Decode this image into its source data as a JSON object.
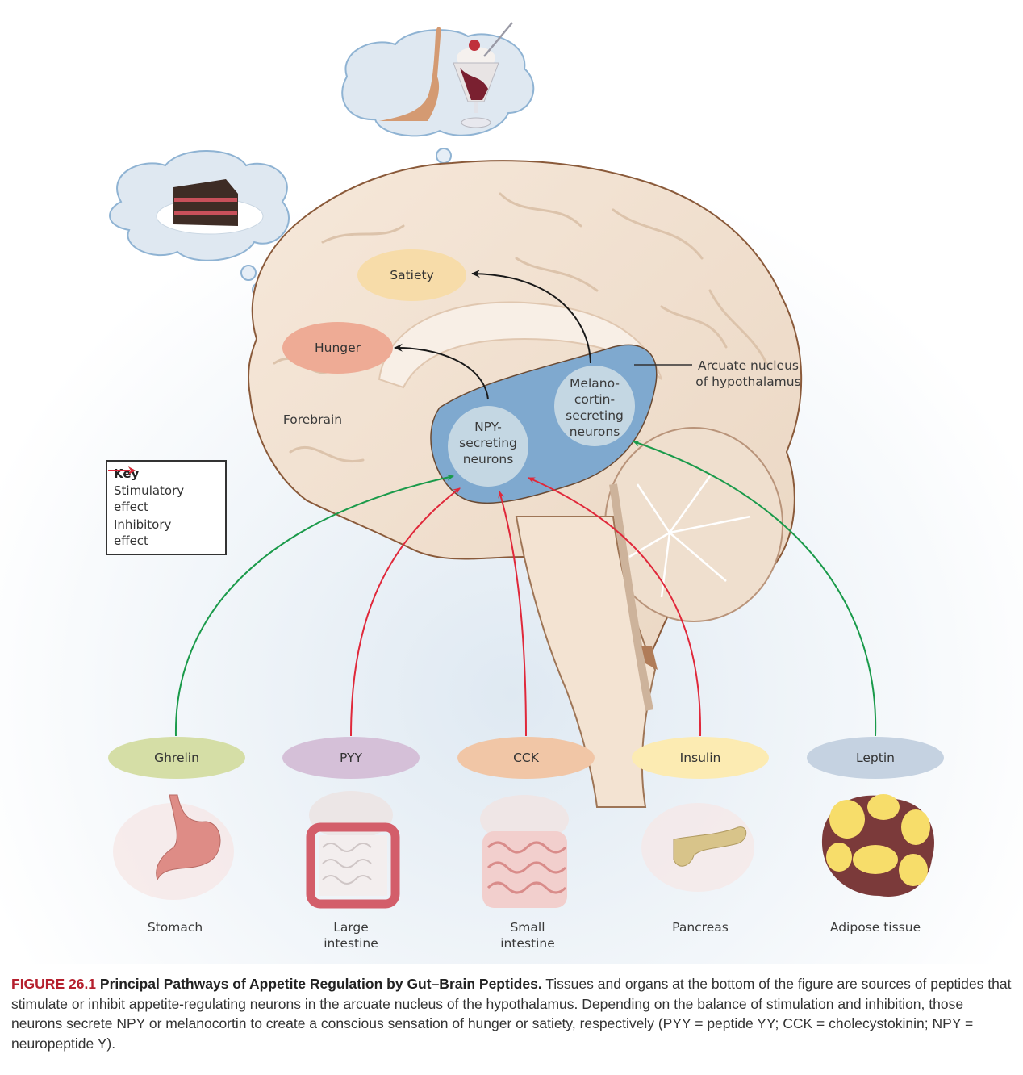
{
  "thought_bubbles": {
    "left": {
      "depicts": "slice of chocolate layer cake on a plate"
    },
    "top": {
      "depicts": "hand refusing an ice cream sundae"
    }
  },
  "brain": {
    "regions": {
      "satiety": "Satiety",
      "hunger": "Hunger",
      "forebrain": "Forebrain",
      "arcuate_nucleus": "Arcuate nucleus\nof hypothalamus",
      "npy_neurons": "NPY-\nsecreting\nneurons",
      "melanocortin_neurons": "Melano-\ncortin-\nsecreting\nneurons"
    }
  },
  "key": {
    "title": "Key",
    "items": [
      {
        "label": "Stimulatory\neffect",
        "color": "#1a9a4a"
      },
      {
        "label": "Inhibitory\neffect",
        "color": "#e0283a"
      }
    ]
  },
  "peptides": [
    {
      "name": "Ghrelin",
      "source": "Stomach",
      "effect": "stimulatory",
      "target": "NPY-secreting neurons",
      "color": "#d5dea6"
    },
    {
      "name": "PYY",
      "source": "Large\nintestine",
      "effect": "inhibitory",
      "target": "NPY-secreting neurons",
      "color": "#d5c0d8"
    },
    {
      "name": "CCK",
      "source": "Small\nintestine",
      "effect": "inhibitory",
      "target": "NPY-secreting neurons",
      "color": "#f1c6a6"
    },
    {
      "name": "Insulin",
      "source": "Pancreas",
      "effect": "inhibitory",
      "target": "NPY-secreting neurons",
      "color": "#fcebb2"
    },
    {
      "name": "Leptin",
      "source": "Adipose tissue",
      "effect": "stimulatory",
      "target": "Melanocortin-secreting neurons",
      "color": "#c5d2e1"
    }
  ],
  "colors": {
    "stimulatory": "#1a9a4a",
    "inhibitory": "#e0283a",
    "arcuate": "#7fa9cf",
    "neuron": "#c4d7e3",
    "satiety": "#f7dca9",
    "hunger": "#eeab95",
    "figure_label": "#b5202e"
  },
  "caption": {
    "figure_number": "FIGURE 26.1",
    "title": "Principal Pathways of Appetite Regulation by Gut–Brain Peptides.",
    "body": "Tissues and organs at the bottom of the figure are sources of peptides that stimulate or inhibit appetite-regulating neurons in the arcuate nucleus of the hypothalamus. Depending on the balance of stimulation and inhibition, those neurons secrete NPY or melanocortin to create a conscious sensation of hunger or satiety, respectively (PYY = peptide YY; CCK = cholecystokinin; NPY = neuropeptide Y)."
  }
}
